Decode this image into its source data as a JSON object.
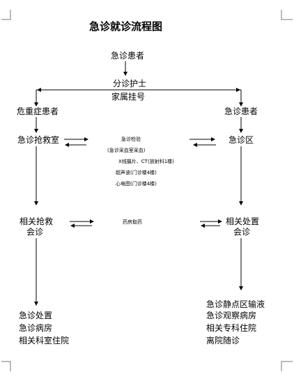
{
  "title": "急诊就诊流程图",
  "nodes": {
    "patient": "急诊患者",
    "triage": [
      "分诊护士",
      "家属挂号"
    ],
    "critical": "危重症患者",
    "emergency_patient": "急诊患者",
    "rescue_room": "急诊抢救室",
    "emergency_area": "急诊区",
    "exams": [
      "急诊检验",
      "(急诊采血室采血)",
      "X线摄片、CT(放射科1楼)",
      "超声波(门诊楼4楼)",
      "心电图(门诊楼4楼)"
    ],
    "rescue_consult": [
      "相关抢救",
      "会诊"
    ],
    "pharmacy": "药房取药",
    "disposal_consult": [
      "相关处置",
      "会诊"
    ],
    "left_outcomes": [
      "急诊处置",
      "急诊病房",
      "相关科室住院"
    ],
    "right_outcomes": [
      "急诊静点区输液",
      "急诊观察病房",
      "相关专科住院",
      "离院随诊"
    ]
  }
}
